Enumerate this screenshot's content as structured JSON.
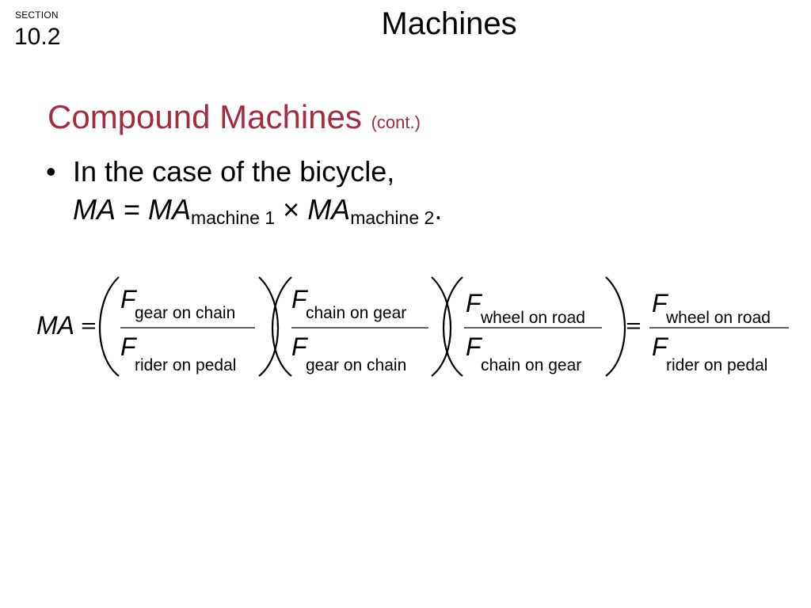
{
  "header": {
    "section_label": "SECTION",
    "section_number": "10.2",
    "chapter_title": "Machines"
  },
  "slide": {
    "heading": "Compound Machines",
    "heading_suffix": "(cont.)",
    "bullet_marker": "•",
    "bullet_text": "In the case of the bicycle,",
    "formula": {
      "lhs": "MA",
      "equals": " = ",
      "term1": "MA",
      "term1_sub": "machine 1",
      "times": " × ",
      "term2": "MA",
      "term2_sub": "machine 2",
      "end": "."
    }
  },
  "equation": {
    "lhs": "MA",
    "equals": "=",
    "force_symbol": "F",
    "fractions": [
      {
        "numerator": "gear on chain",
        "denominator": "rider on pedal"
      },
      {
        "numerator": "chain on gear",
        "denominator": "gear on chain"
      },
      {
        "numerator": "wheel on road",
        "denominator": "chain on gear"
      }
    ],
    "result": {
      "numerator": "wheel on road",
      "denominator": "rider on pedal"
    }
  }
}
